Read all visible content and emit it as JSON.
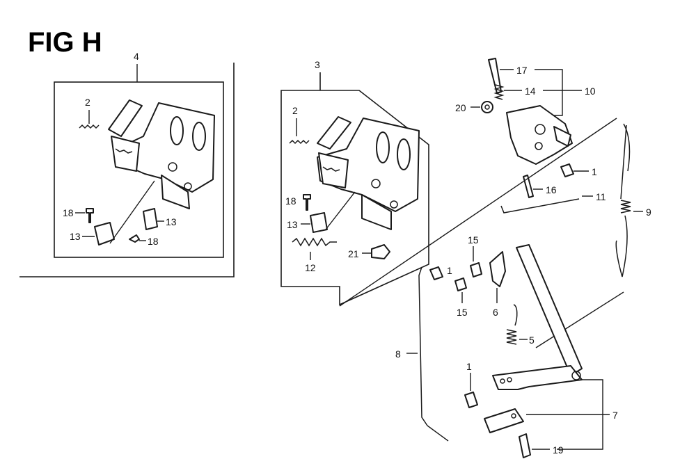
{
  "figure": {
    "title": "FIG H"
  },
  "callouts": {
    "c1a": "1",
    "c1b": "1",
    "c1c": "1",
    "c2a": "2",
    "c2b": "2",
    "c3": "3",
    "c4": "4",
    "c5": "5",
    "c6": "6",
    "c7": "7",
    "c8": "8",
    "c9": "9",
    "c10": "10",
    "c11": "11",
    "c12": "12",
    "c13a": "13",
    "c13b": "13",
    "c13c": "13",
    "c14": "14",
    "c15a": "15",
    "c15b": "15",
    "c16": "16",
    "c17": "17",
    "c18a": "18",
    "c18b": "18",
    "c18c": "18",
    "c19": "19",
    "c20": "20",
    "c21": "21"
  }
}
